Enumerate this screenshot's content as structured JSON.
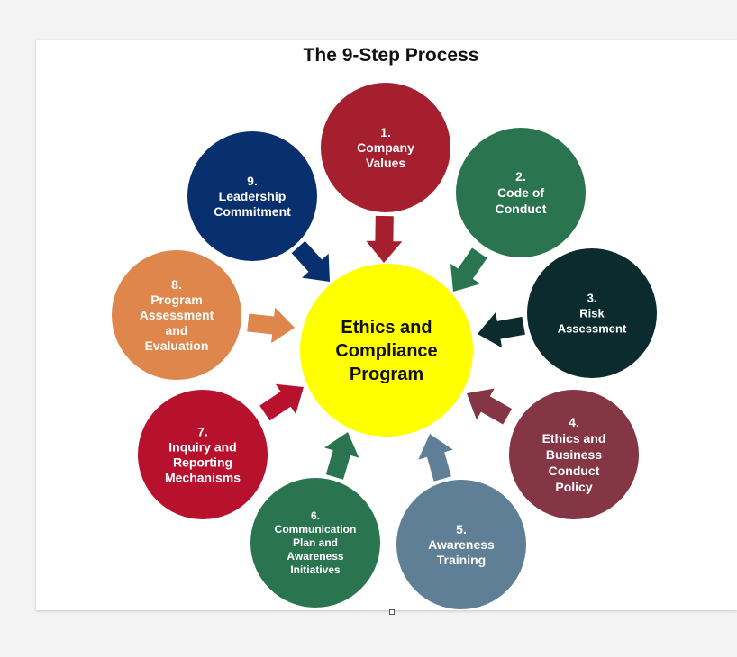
{
  "diagram": {
    "title": "The 9-Step Process",
    "center": {
      "lines": [
        "Ethics and",
        "Compliance",
        "Program"
      ],
      "color": "#ffff00"
    },
    "steps": [
      {
        "lines": [
          "1.",
          "Company",
          "Values"
        ],
        "color": "#a51f2e"
      },
      {
        "lines": [
          "2.",
          "Code of",
          "Conduct"
        ],
        "color": "#2b7450"
      },
      {
        "lines": [
          "3.",
          "Risk",
          "Assessment"
        ],
        "color": "#0b2b2f"
      },
      {
        "lines": [
          "4.",
          "Ethics and",
          "Business",
          "Conduct",
          "Policy"
        ],
        "color": "#853645"
      },
      {
        "lines": [
          "5.",
          "Awareness",
          "Training"
        ],
        "color": "#5f7f96"
      },
      {
        "lines": [
          "6.",
          "Communication",
          "Plan and",
          "Awareness",
          "Initiatives"
        ],
        "color": "#2b7450"
      },
      {
        "lines": [
          "7.",
          "Inquiry and",
          "Reporting",
          "Mechanisms"
        ],
        "color": "#b7112e"
      },
      {
        "lines": [
          "8.",
          "Program",
          "Assessment",
          "and",
          "Evaluation"
        ],
        "color": "#df864c"
      },
      {
        "lines": [
          "9.",
          "Leadership",
          "Commitment"
        ],
        "color": "#082f6e"
      }
    ]
  }
}
